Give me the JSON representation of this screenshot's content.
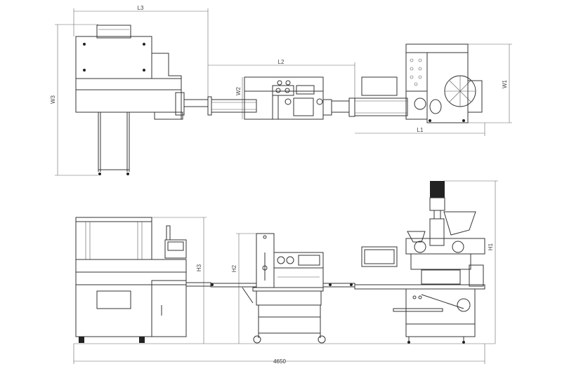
{
  "dimensions": {
    "top_view": {
      "L3": "L3",
      "L2": "L2",
      "L1": "L1",
      "W3": "W3",
      "W2": "W2",
      "W1": "W1"
    },
    "front_view": {
      "H3": "H3",
      "H2": "H2",
      "H1": "H1",
      "total_length": "4650"
    }
  }
}
